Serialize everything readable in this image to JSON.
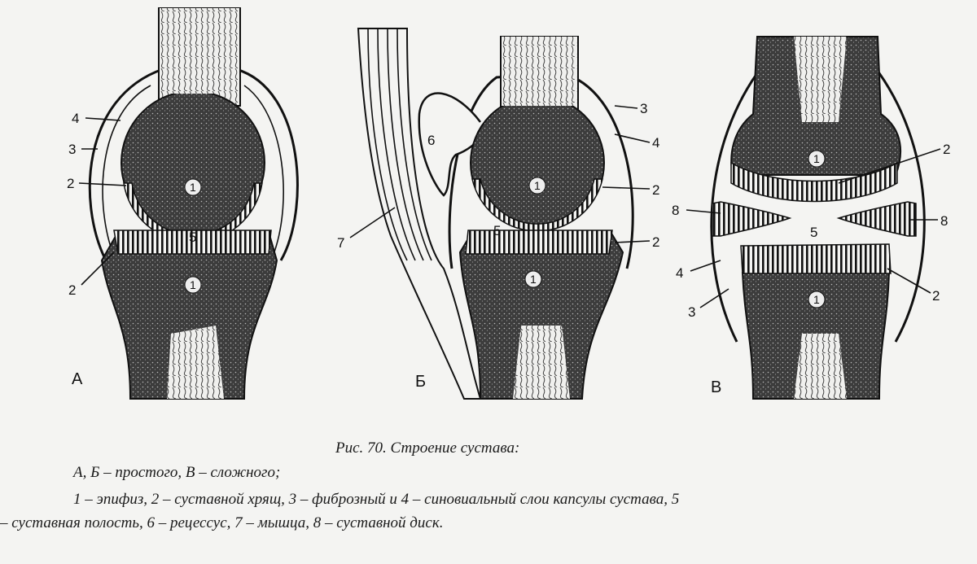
{
  "figure": {
    "panels": [
      {
        "letter": "А",
        "labels": {
          "l4": "4",
          "l3": "3",
          "l2a": "2",
          "l1a": "1",
          "l5": "5",
          "l2b": "2",
          "l1b": "1"
        }
      },
      {
        "letter": "Б",
        "labels": {
          "l6": "6",
          "l7": "7",
          "l3": "3",
          "l4": "4",
          "l2a": "2",
          "l2b": "2",
          "l5": "5",
          "l1a": "1",
          "l1b": "1"
        }
      },
      {
        "letter": "В",
        "labels": {
          "l2a": "2",
          "l8a": "8",
          "l8b": "8",
          "l5": "5",
          "l4": "4",
          "l3": "3",
          "l2b": "2",
          "l1a": "1",
          "l1b": "1"
        }
      }
    ]
  },
  "caption": {
    "title": "Рис. 70. Строение сустава:",
    "line1": "А, Б – простого, В – сложного;",
    "line2": "1 – эпифиз, 2 – суставной хрящ, 3 – фиброзный и 4 – синовиальный слои капсулы сустава, 5",
    "line3": "– суставная полость, 6 – рецессус, 7 – мышца, 8 – суставной диск."
  },
  "colors": {
    "bone": "#3a3a3a",
    "background": "#f4f4f2",
    "ink": "#111111"
  }
}
